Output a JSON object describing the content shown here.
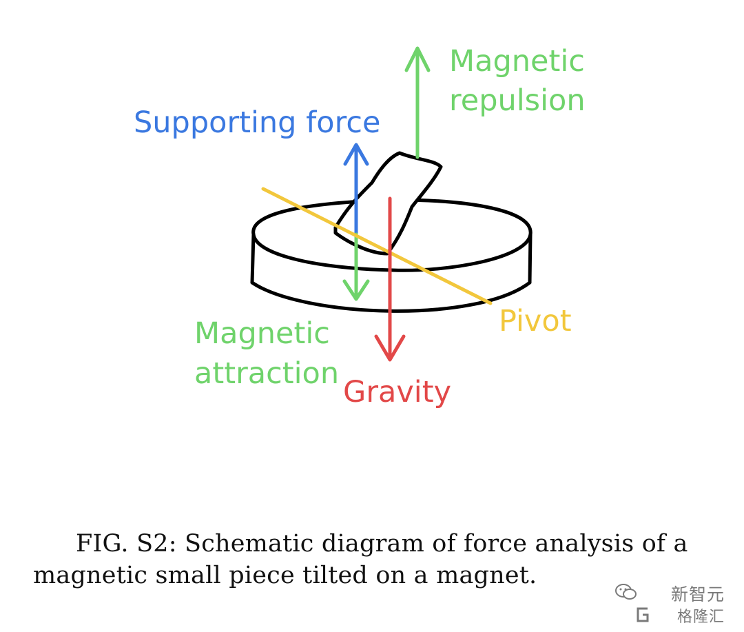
{
  "labels": {
    "magnetic_repulsion_1": "Magnetic",
    "magnetic_repulsion_2": "repulsion",
    "supporting_force": "Supporting force",
    "magnetic_attraction_1": "Magnetic",
    "magnetic_attraction_2": "attraction",
    "gravity": "Gravity",
    "pivot": "Pivot"
  },
  "caption": "FIG. S2:  Schematic diagram of force analysis of a magnetic small piece tilted on a magnet.",
  "watermark": {
    "top": "新智元",
    "bottom": "格隆汇"
  },
  "colors": {
    "repulsion": "#6fd36b",
    "supporting": "#3a78e0",
    "attraction": "#6fd36b",
    "gravity": "#e24848",
    "pivot": "#f2c73c",
    "outline": "#000000"
  },
  "icons": {
    "watermark_top": "wechat-icon",
    "watermark_bottom": "gelonghui-logo-icon"
  }
}
